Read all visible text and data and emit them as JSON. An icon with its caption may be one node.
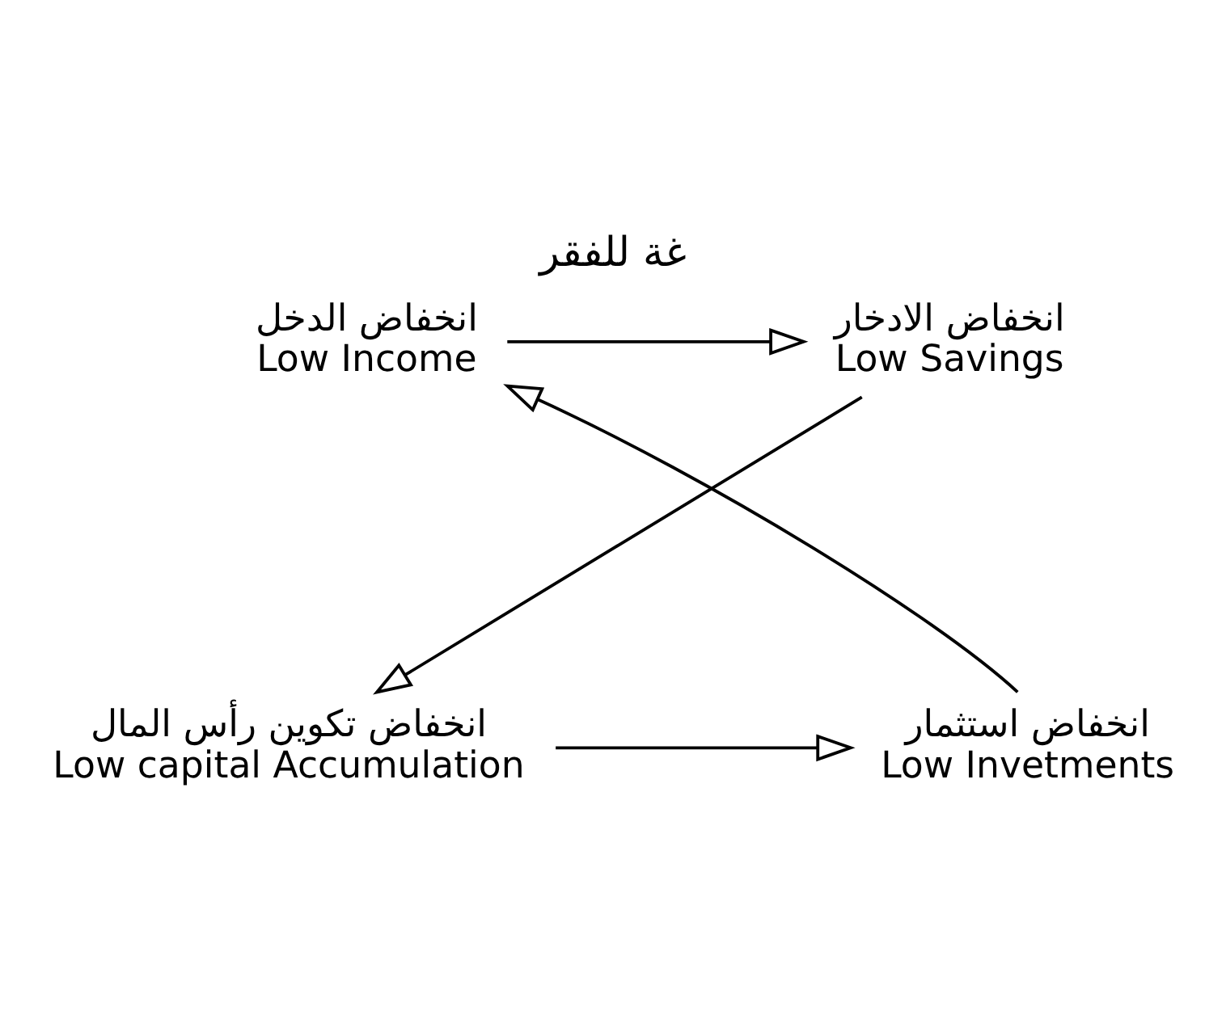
{
  "diagram": {
    "title": "غة للفقر",
    "nodes": [
      {
        "text": [
          "انخفاض الدخل",
          "Low Income"
        ]
      },
      {
        "text": [
          "انخفاض الادخار",
          "Low Savings"
        ]
      },
      {
        "text": [
          "انخفاض تكوين رأس المال",
          "Low capital Accumulation"
        ]
      },
      {
        "text": [
          "انخفاض استثمار",
          "Low Invetments"
        ]
      }
    ],
    "edges": [
      {
        "from": 0,
        "to": 1,
        "arrow": "to"
      },
      {
        "from": 1,
        "to": 2,
        "arrow": "to"
      },
      {
        "from": 2,
        "to": 3,
        "arrow": "to"
      },
      {
        "from": 3,
        "to": 0,
        "arrow": "to"
      }
    ]
  }
}
